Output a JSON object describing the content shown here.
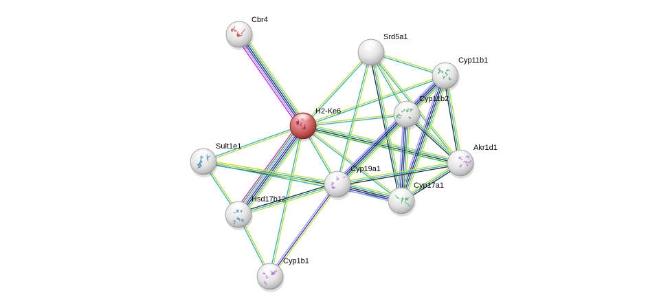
{
  "diagram": {
    "type": "protein-interaction-network",
    "evidence_colors": {
      "textmining": "#c6dc2a",
      "database": "#2ab5d3",
      "coexpression": "#333333",
      "experiments": "#3030e0",
      "homology": "#a0a0f0",
      "neighborhood": "#20c020",
      "fusion": "#e020e0"
    },
    "nodes": [
      {
        "id": "Cbr4",
        "label": "Cbr4",
        "style": "structure",
        "tint": "#d04040",
        "query": false
      },
      {
        "id": "H2-Ke6",
        "label": "H2-Ke6",
        "style": "query",
        "tint": "#b02050",
        "query": true
      },
      {
        "id": "Srd5a1",
        "label": "Srd5a1",
        "style": "empty",
        "tint": "",
        "query": false
      },
      {
        "id": "Cyp11b1",
        "label": "Cyp11b1",
        "style": "structure",
        "tint": "#40a060",
        "query": false
      },
      {
        "id": "Cyp11b2",
        "label": "Cyp11b2",
        "style": "structure",
        "tint": "#40a060",
        "query": false
      },
      {
        "id": "Sult1e1",
        "label": "Sult1e1",
        "style": "structure",
        "tint": "#3080b0",
        "query": false
      },
      {
        "id": "Akr1d1",
        "label": "Akr1d1",
        "style": "structure",
        "tint": "#b070d0",
        "query": false
      },
      {
        "id": "Cyp19a1",
        "label": "Cyp19a1",
        "style": "structure",
        "tint": "#b070d0",
        "query": false
      },
      {
        "id": "Cyp17a1",
        "label": "Cyp17a1",
        "style": "structure",
        "tint": "#50b070",
        "query": false
      },
      {
        "id": "Hsd17b12",
        "label": "Hsd17b12",
        "style": "structure",
        "tint": "#5090c0",
        "query": false
      },
      {
        "id": "Cyp1b1",
        "label": "Cyp1b1",
        "style": "structure",
        "tint": "#b070d0",
        "query": false
      }
    ],
    "edges": [
      {
        "source": "Cbr4",
        "target": "H2-Ke6",
        "evidence": [
          "textmining",
          "database",
          "coexpression",
          "experiments",
          "homology",
          "fusion"
        ]
      },
      {
        "source": "H2-Ke6",
        "target": "Srd5a1",
        "evidence": [
          "textmining",
          "database"
        ]
      },
      {
        "source": "H2-Ke6",
        "target": "Cyp11b1",
        "evidence": [
          "textmining",
          "database"
        ]
      },
      {
        "source": "H2-Ke6",
        "target": "Cyp11b2",
        "evidence": [
          "textmining",
          "database"
        ]
      },
      {
        "source": "H2-Ke6",
        "target": "Sult1e1",
        "evidence": [
          "textmining",
          "database"
        ]
      },
      {
        "source": "H2-Ke6",
        "target": "Akr1d1",
        "evidence": [
          "textmining",
          "database",
          "coexpression",
          "neighborhood"
        ]
      },
      {
        "source": "H2-Ke6",
        "target": "Cyp19a1",
        "evidence": [
          "textmining",
          "database"
        ]
      },
      {
        "source": "H2-Ke6",
        "target": "Cyp17a1",
        "evidence": [
          "textmining",
          "database"
        ]
      },
      {
        "source": "H2-Ke6",
        "target": "Hsd17b12",
        "evidence": [
          "textmining",
          "database",
          "coexpression",
          "experiments",
          "homology",
          "neighborhood",
          "fusion"
        ]
      },
      {
        "source": "H2-Ke6",
        "target": "Cyp1b1",
        "evidence": [
          "textmining",
          "database"
        ]
      },
      {
        "source": "Srd5a1",
        "target": "Cyp11b1",
        "evidence": [
          "textmining",
          "database"
        ]
      },
      {
        "source": "Srd5a1",
        "target": "Cyp11b2",
        "evidence": [
          "textmining",
          "database"
        ]
      },
      {
        "source": "Srd5a1",
        "target": "Cyp19a1",
        "evidence": [
          "textmining",
          "database"
        ]
      },
      {
        "source": "Srd5a1",
        "target": "Cyp17a1",
        "evidence": [
          "textmining",
          "database",
          "coexpression"
        ]
      },
      {
        "source": "Srd5a1",
        "target": "Akr1d1",
        "evidence": [
          "textmining",
          "database"
        ]
      },
      {
        "source": "Cyp11b1",
        "target": "Cyp11b2",
        "evidence": [
          "textmining",
          "database",
          "coexpression",
          "experiments",
          "homology"
        ]
      },
      {
        "source": "Cyp11b1",
        "target": "Cyp19a1",
        "evidence": [
          "textmining",
          "database",
          "coexpression",
          "experiments",
          "homology"
        ]
      },
      {
        "source": "Cyp11b1",
        "target": "Cyp17a1",
        "evidence": [
          "textmining",
          "database",
          "coexpression",
          "experiments",
          "homology"
        ]
      },
      {
        "source": "Cyp11b1",
        "target": "Akr1d1",
        "evidence": [
          "textmining",
          "database",
          "coexpression"
        ]
      },
      {
        "source": "Cyp11b2",
        "target": "Cyp19a1",
        "evidence": [
          "textmining",
          "database",
          "coexpression",
          "experiments",
          "homology"
        ]
      },
      {
        "source": "Cyp11b2",
        "target": "Cyp17a1",
        "evidence": [
          "textmining",
          "database",
          "coexpression",
          "experiments",
          "homology"
        ]
      },
      {
        "source": "Cyp11b2",
        "target": "Akr1d1",
        "evidence": [
          "textmining",
          "database",
          "coexpression"
        ]
      },
      {
        "source": "Sult1e1",
        "target": "Cyp19a1",
        "evidence": [
          "textmining",
          "database",
          "coexpression"
        ]
      },
      {
        "source": "Sult1e1",
        "target": "Cyp17a1",
        "evidence": [
          "textmining",
          "database"
        ]
      },
      {
        "source": "Sult1e1",
        "target": "Hsd17b12",
        "evidence": [
          "textmining",
          "database"
        ]
      },
      {
        "source": "Cyp19a1",
        "target": "Akr1d1",
        "evidence": [
          "textmining",
          "database",
          "coexpression"
        ]
      },
      {
        "source": "Cyp19a1",
        "target": "Cyp17a1",
        "evidence": [
          "textmining",
          "database",
          "coexpression",
          "experiments",
          "homology"
        ]
      },
      {
        "source": "Cyp19a1",
        "target": "Hsd17b12",
        "evidence": [
          "textmining",
          "database",
          "coexpression"
        ]
      },
      {
        "source": "Cyp19a1",
        "target": "Cyp1b1",
        "evidence": [
          "textmining",
          "experiments",
          "homology"
        ]
      },
      {
        "source": "Cyp17a1",
        "target": "Akr1d1",
        "evidence": [
          "textmining",
          "database",
          "coexpression"
        ]
      },
      {
        "source": "Hsd17b12",
        "target": "Cyp1b1",
        "evidence": [
          "textmining",
          "database"
        ]
      },
      {
        "source": "Sult1e1",
        "target": "Akr1d1",
        "evidence": []
      }
    ]
  }
}
